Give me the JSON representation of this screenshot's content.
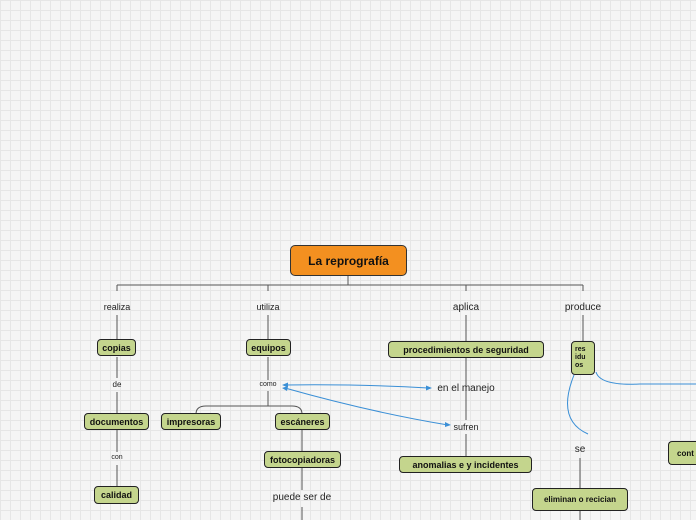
{
  "root": {
    "label": "La reprografía"
  },
  "links": {
    "realiza": "realiza",
    "utiliza": "utiliza",
    "aplica": "aplica",
    "produce": "produce",
    "de": "de",
    "con": "con",
    "como": "como",
    "en_el_manejo": "en el manejo",
    "sufren": "sufren",
    "se": "se",
    "puede_ser_de": "puede ser de"
  },
  "nodes": {
    "copias": "copias",
    "documentos": "documentos",
    "calidad": "calidad",
    "equipos": "equipos",
    "impresoras": "impresoras",
    "escaneres": "escáneres",
    "fotocopiadoras": "fotocopiadoras",
    "procedimientos": "procedimientos de seguridad",
    "anomalias": "anomalias e y incidentes",
    "residuos_1": "res",
    "residuos_2": "idu",
    "residuos_3": "os",
    "eliminan": "eliminan o recician",
    "cont": "cont"
  },
  "colors": {
    "root_fill": "#f39020",
    "node_fill": "#c4d58d",
    "connector": "#555555",
    "relation": "#3a8fd6"
  }
}
